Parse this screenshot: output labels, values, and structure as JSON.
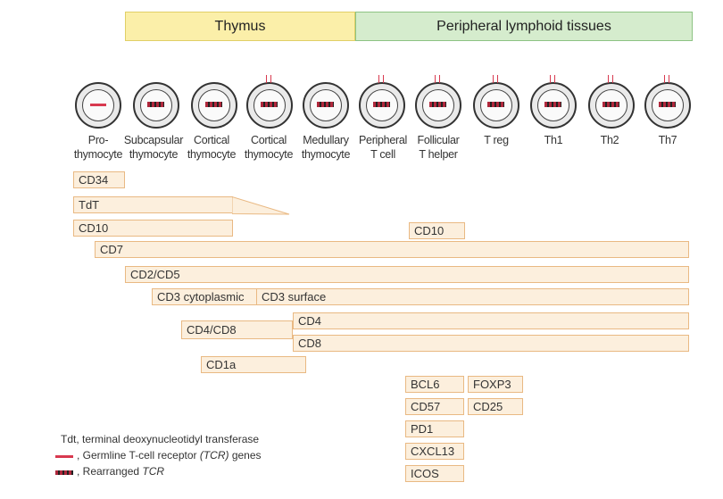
{
  "regions": {
    "thymus": "Thymus",
    "peripheral": "Peripheral lymphoid tissues"
  },
  "stages": [
    {
      "label": "Pro-\nthymocyte",
      "gene": "germline"
    },
    {
      "label": "Subcapsular\nthymocyte",
      "gene": "rearranged"
    },
    {
      "label": "Cortical\nthymocyte",
      "gene": "rearranged"
    },
    {
      "label": "Cortical\nthymocyte",
      "gene": "rearranged"
    },
    {
      "label": "Medullary\nthymocyte",
      "gene": "rearranged"
    },
    {
      "label": "Peripheral\nT cell",
      "gene": "rearranged"
    },
    {
      "label": "Follicular\nT helper",
      "gene": "rearranged"
    },
    {
      "label": "T reg",
      "gene": "rearranged"
    },
    {
      "label": "Th1",
      "gene": "rearranged"
    },
    {
      "label": "Th2",
      "gene": "rearranged"
    },
    {
      "label": "Th7",
      "gene": "rearranged"
    }
  ],
  "markers": {
    "cd34": "CD34",
    "tdt": "TdT",
    "cd10": "CD10",
    "cd10_tfh": "CD10",
    "cd7": "CD7",
    "cd2cd5": "CD2/CD5",
    "cd3_cyto": "CD3 cytoplasmic",
    "cd3_surface": "CD3 surface",
    "cd4cd8": "CD4/CD8",
    "cd4": "CD4",
    "cd8": "CD8",
    "cd1a": "CD1a",
    "bcl6": "BCL6",
    "foxp3": "FOXP3",
    "cd57": "CD57",
    "cd25": "CD25",
    "pd1": "PD1",
    "cxcl13": "CXCL13",
    "icos": "ICOS"
  },
  "legend": {
    "abbrev": "Tdt, terminal deoxynucleotidyl transferase",
    "germline_prefix": ", Germline T-cell receptor ",
    "germline_italic": "(TCR)",
    "germline_suffix": " genes",
    "rearranged_prefix": ", Rearranged ",
    "rearranged_italic": "TCR"
  },
  "colors": {
    "thymus_band": "#fbefa9",
    "peripheral_band": "#d5eccd",
    "marker_bar": "#fcefdd",
    "marker_border": "#e9b983",
    "germline_gene": "#d8394f"
  }
}
